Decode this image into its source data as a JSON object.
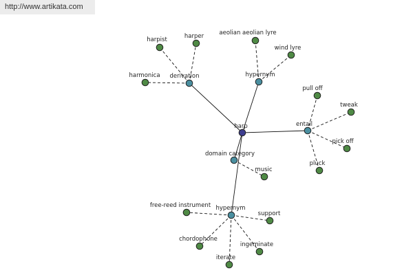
{
  "header": {
    "url": "http://www.artikata.com"
  },
  "colors": {
    "root": "#3d3d8f",
    "hub": "#4a8fa0",
    "leaf": "#4f8a45"
  },
  "graph": {
    "root": "harp",
    "hubs": {
      "derivation": "derivation",
      "hypernym_top": "hypernym",
      "entail": "entail",
      "domain_category": "domain category",
      "hypernym_bottom": "hypernym"
    },
    "leaves": {
      "harpist": "harpist",
      "harper": "harper",
      "harmonica": "harmonica",
      "aeolian_lyre": "aeolian aeolian lyre",
      "wind_lyre": "wind lyre",
      "pull_off": "pull off",
      "tweak": "tweak",
      "pick_off": "pick off",
      "pluck": "pluck",
      "music": "music",
      "free_reed": "free-reed instrument",
      "support": "support",
      "chordophone": "chordophone",
      "ingeminate": "ingeminate",
      "iterate": "iterate"
    }
  }
}
